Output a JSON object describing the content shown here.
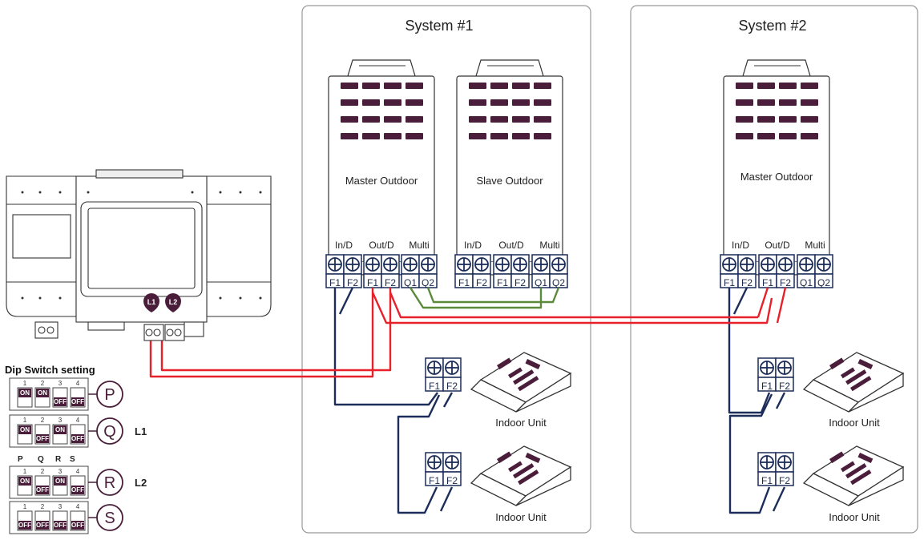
{
  "systems": [
    {
      "title": "System #1",
      "outdoor": [
        "Master Outdoor",
        "Slave Outdoor"
      ],
      "indoor": [
        "Indoor Unit",
        "Indoor Unit"
      ]
    },
    {
      "title": "System #2",
      "outdoor": [
        "Master Outdoor"
      ],
      "indoor": [
        "Indoor Unit",
        "Indoor Unit"
      ]
    }
  ],
  "terminal_groups": {
    "in": "In/D",
    "out": "Out/D",
    "multi": "Multi"
  },
  "terminals": {
    "f1": "F1",
    "f2": "F2",
    "q1": "Q1",
    "q2": "Q2"
  },
  "controller": {
    "port1": "L1",
    "port2": "L2"
  },
  "dip": {
    "title": "Dip Switch setting",
    "on": "ON",
    "off": "OFF",
    "nums": [
      "1",
      "2",
      "3",
      "4"
    ],
    "rows": [
      {
        "letter": "P",
        "states": [
          "ON",
          "ON",
          "OFF",
          "OFF"
        ],
        "line": ""
      },
      {
        "letter": "Q",
        "states": [
          "ON",
          "OFF",
          "ON",
          "OFF"
        ],
        "line": "L1"
      },
      {
        "letter": "R",
        "states": [
          "ON",
          "OFF",
          "ON",
          "OFF"
        ],
        "line": "L2"
      },
      {
        "letter": "S",
        "states": [
          "OFF",
          "OFF",
          "OFF",
          "OFF"
        ],
        "line": ""
      }
    ],
    "legend": [
      "P",
      "Q",
      "R",
      "S"
    ]
  },
  "colors": {
    "red": "#e8202a",
    "navy": "#1c2d5a",
    "green": "#5b8a3a",
    "plum": "#4a1e3a"
  }
}
